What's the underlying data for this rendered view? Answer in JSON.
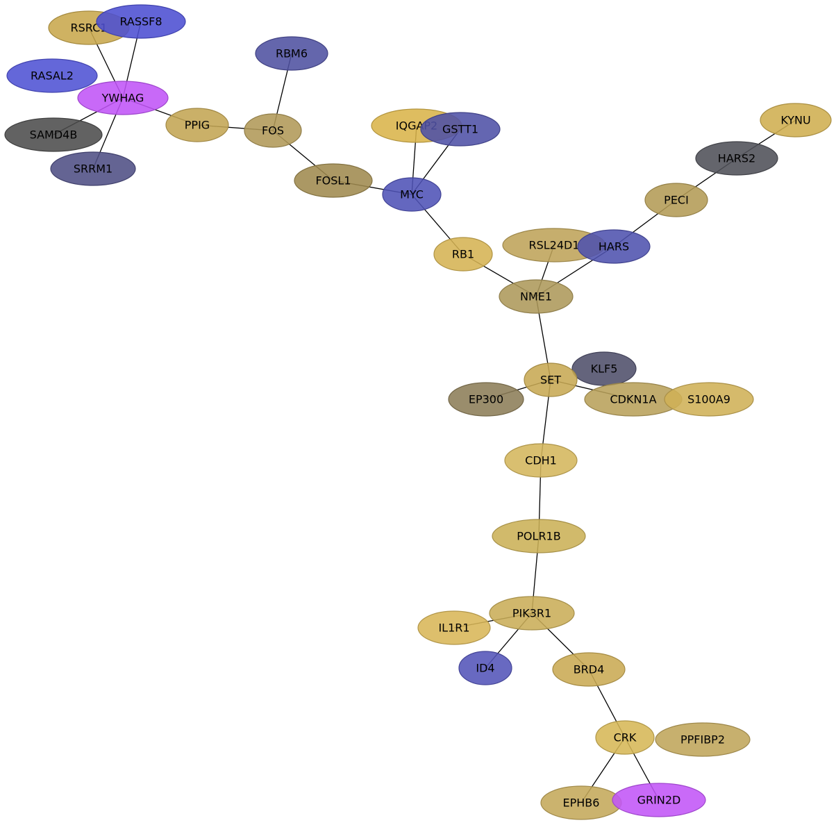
{
  "colors": {
    "gold": "#d4b04a",
    "olive": "#b39a55",
    "khaki": "#a0874e",
    "darkolive": "#8a7850",
    "blue": "#4f4fcf",
    "slateblue": "#4e4e9e",
    "navy": "#4b4b80",
    "purple": "#bf50f5",
    "charcoal": "#4a4a4a",
    "slategray": "#4f4f58"
  },
  "nodes": [
    {
      "id": "RSRC1",
      "label": "RSRC1",
      "color": "#c8a74c"
    },
    {
      "id": "RASSF8",
      "label": "RASSF8",
      "color": "#4c4fd2"
    },
    {
      "id": "RASAL2",
      "label": "RASAL2",
      "color": "#4f52d4"
    },
    {
      "id": "YWHAG",
      "label": "YWHAG",
      "color": "#c054f7"
    },
    {
      "id": "SAMD4B",
      "label": "SAMD4B",
      "color": "#4c4c4c"
    },
    {
      "id": "SRRM1",
      "label": "SRRM1",
      "color": "#4e4e84"
    },
    {
      "id": "PPIG",
      "label": "PPIG",
      "color": "#c3a553"
    },
    {
      "id": "RBM6",
      "label": "RBM6",
      "color": "#4f51a0"
    },
    {
      "id": "FOS",
      "label": "FOS",
      "color": "#b09858"
    },
    {
      "id": "FOSL1",
      "label": "FOSL1",
      "color": "#9f8a4f"
    },
    {
      "id": "IQGAP2",
      "label": "IQGAP2",
      "color": "#d9b44a"
    },
    {
      "id": "GSTT1",
      "label": "GSTT1",
      "color": "#4e51a6"
    },
    {
      "id": "MYC",
      "label": "MYC",
      "color": "#4f52b6"
    },
    {
      "id": "KYNU",
      "label": "KYNU",
      "color": "#cfae50"
    },
    {
      "id": "HARS2",
      "label": "HARS2",
      "color": "#4f5058"
    },
    {
      "id": "PECI",
      "label": "PECI",
      "color": "#b39b55"
    },
    {
      "id": "RSL24D1",
      "label": "RSL24D1",
      "color": "#bea359"
    },
    {
      "id": "HARS",
      "label": "HARS",
      "color": "#4f52ae"
    },
    {
      "id": "RB1",
      "label": "RB1",
      "color": "#d5b353"
    },
    {
      "id": "NME1",
      "label": "NME1",
      "color": "#ad985a"
    },
    {
      "id": "KLF5",
      "label": "KLF5",
      "color": "#4e4e6a"
    },
    {
      "id": "SET",
      "label": "SET",
      "color": "#c7a853"
    },
    {
      "id": "EP300",
      "label": "EP300",
      "color": "#8c7d58"
    },
    {
      "id": "CDKN1A",
      "label": "CDKN1A",
      "color": "#b8a05a"
    },
    {
      "id": "S100A9",
      "label": "S100A9",
      "color": "#cfb056"
    },
    {
      "id": "CDH1",
      "label": "CDH1",
      "color": "#d4b65c"
    },
    {
      "id": "POLR1B",
      "label": "POLR1B",
      "color": "#cbb057"
    },
    {
      "id": "PIK3R1",
      "label": "PIK3R1",
      "color": "#c9ad58"
    },
    {
      "id": "IL1R1",
      "label": "IL1R1",
      "color": "#d8b658"
    },
    {
      "id": "ID4",
      "label": "ID4",
      "color": "#5354b8"
    },
    {
      "id": "BRD4",
      "label": "BRD4",
      "color": "#c9aa53"
    },
    {
      "id": "CRK",
      "label": "CRK",
      "color": "#d6b756"
    },
    {
      "id": "PPFIBP2",
      "label": "PPFIBP2",
      "color": "#bfa55a"
    },
    {
      "id": "EPHB6",
      "label": "EPHB6",
      "color": "#c4a85a"
    },
    {
      "id": "GRIN2D",
      "label": "GRIN2D",
      "color": "#c155f7"
    }
  ],
  "edges": [
    [
      "RSRC1",
      "YWHAG"
    ],
    [
      "RASSF8",
      "YWHAG"
    ],
    [
      "YWHAG",
      "SAMD4B"
    ],
    [
      "YWHAG",
      "SRRM1"
    ],
    [
      "YWHAG",
      "PPIG"
    ],
    [
      "PPIG",
      "FOS"
    ],
    [
      "RBM6",
      "FOS"
    ],
    [
      "FOS",
      "FOSL1"
    ],
    [
      "FOSL1",
      "MYC"
    ],
    [
      "IQGAP2",
      "MYC"
    ],
    [
      "GSTT1",
      "MYC"
    ],
    [
      "MYC",
      "RB1"
    ],
    [
      "RB1",
      "NME1"
    ],
    [
      "RSL24D1",
      "NME1"
    ],
    [
      "HARS",
      "NME1"
    ],
    [
      "HARS",
      "PECI"
    ],
    [
      "PECI",
      "HARS2"
    ],
    [
      "HARS2",
      "KYNU"
    ],
    [
      "NME1",
      "SET"
    ],
    [
      "SET",
      "EP300"
    ],
    [
      "SET",
      "CDKN1A"
    ],
    [
      "SET",
      "CDH1"
    ],
    [
      "CDH1",
      "POLR1B"
    ],
    [
      "POLR1B",
      "PIK3R1"
    ],
    [
      "PIK3R1",
      "IL1R1"
    ],
    [
      "PIK3R1",
      "ID4"
    ],
    [
      "PIK3R1",
      "BRD4"
    ],
    [
      "BRD4",
      "CRK"
    ],
    [
      "CRK",
      "EPHB6"
    ],
    [
      "CRK",
      "GRIN2D"
    ]
  ]
}
